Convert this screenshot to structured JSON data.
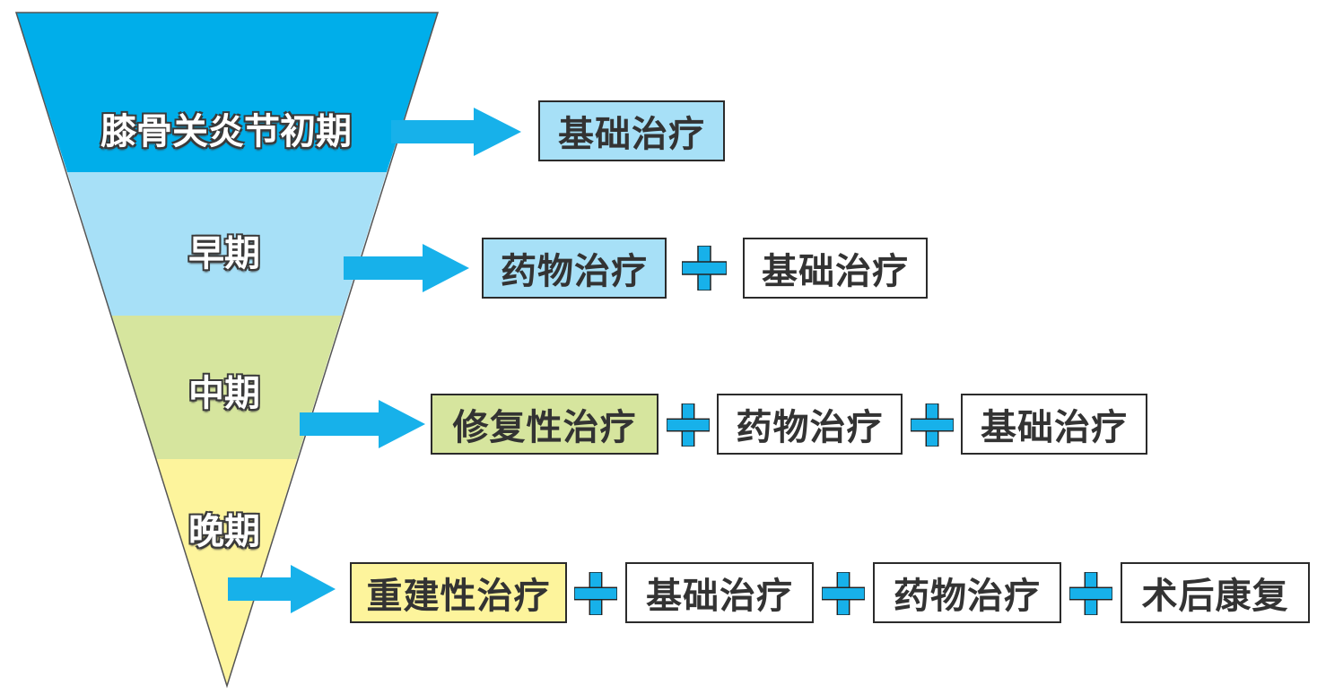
{
  "stages": [
    {
      "label": "膝骨关炎节初期",
      "color": "#00aeea"
    },
    {
      "label": "早期",
      "color": "#a7e0f7"
    },
    {
      "label": "中期",
      "color": "#d6e59e"
    },
    {
      "label": "晚期",
      "color": "#fdf49c"
    }
  ],
  "accent_color": "#17b1ea",
  "rows": [
    {
      "stage": "膝骨关炎节初期",
      "boxes": [
        {
          "text": "基础治疗",
          "color": "#a7e0f7"
        }
      ]
    },
    {
      "stage": "早期",
      "boxes": [
        {
          "text": "药物治疗",
          "color": "#a7e0f7"
        },
        {
          "text": "基础治疗",
          "color": "#ffffff"
        }
      ]
    },
    {
      "stage": "中期",
      "boxes": [
        {
          "text": "修复性治疗",
          "color": "#d6e59e"
        },
        {
          "text": "药物治疗",
          "color": "#ffffff"
        },
        {
          "text": "基础治疗",
          "color": "#ffffff"
        }
      ]
    },
    {
      "stage": "晚期",
      "boxes": [
        {
          "text": "重建性治疗",
          "color": "#fdf49c"
        },
        {
          "text": "基础治疗",
          "color": "#ffffff"
        },
        {
          "text": "药物治疗",
          "color": "#ffffff"
        },
        {
          "text": "术后康复",
          "color": "#ffffff"
        }
      ]
    }
  ]
}
